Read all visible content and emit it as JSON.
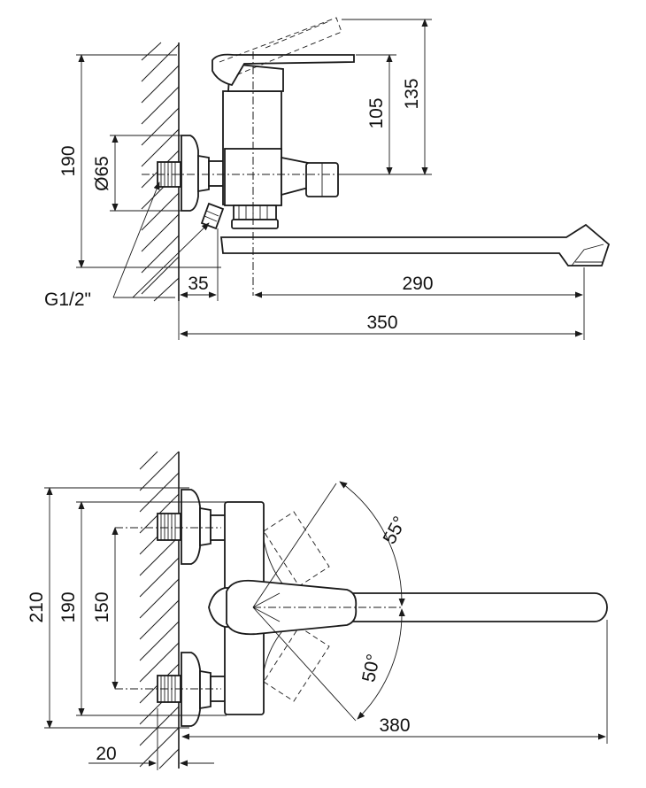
{
  "side_view": {
    "dim_height_total": "190",
    "dim_flange_diameter": "Ø65",
    "dim_handle_top": "135",
    "dim_handle_mid": "105",
    "dim_wall_offset": "35",
    "dim_spout_reach": "290",
    "dim_total_length": "350",
    "thread_label": "G1/2\""
  },
  "top_view": {
    "dim_outer_height": "210",
    "dim_inner_height": "190",
    "dim_inlet_spacing": "150",
    "dim_spout_length": "380",
    "dim_wall_thickness": "20",
    "angle_up": "55°",
    "angle_down": "50°"
  }
}
